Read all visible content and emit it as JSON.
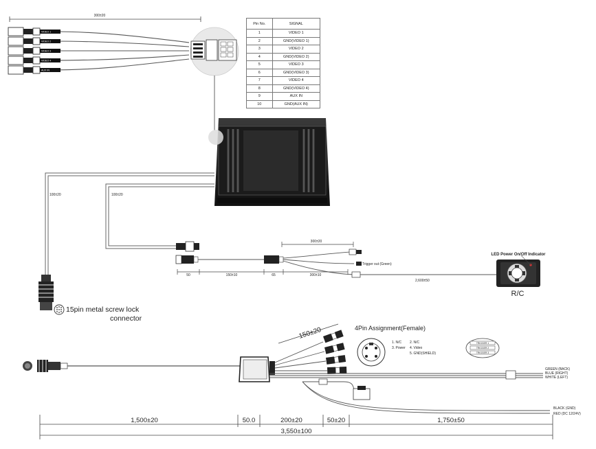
{
  "pin_table": {
    "header_pin": "Pin No.",
    "header_signal": "SIGNAL",
    "rows": [
      {
        "pin": "1",
        "signal": "VIDEO 1"
      },
      {
        "pin": "2",
        "signal": "GND(VIDEO 1)"
      },
      {
        "pin": "3",
        "signal": "VIDEO 2"
      },
      {
        "pin": "4",
        "signal": "GND(VIDEO 2)"
      },
      {
        "pin": "5",
        "signal": "VIDEO 3"
      },
      {
        "pin": "6",
        "signal": "GND(VIDEO 3)"
      },
      {
        "pin": "7",
        "signal": "VIDEO 4"
      },
      {
        "pin": "8",
        "signal": "GND(VIDEO 4)"
      },
      {
        "pin": "9",
        "signal": "AUX IN"
      },
      {
        "pin": "10",
        "signal": "GND(AUX IN)"
      }
    ]
  },
  "harness_top": {
    "length_label": "300±20",
    "connector_tags": [
      "VIDEO 1",
      "VIDEO 2",
      "VIDEO 3",
      "VIDEO 4",
      "AUX IN"
    ]
  },
  "left_cable_length": "100±20",
  "middle_cable_length": "100±20",
  "connector_15pin": {
    "line1": "15pin metal screw lock",
    "line2": "connector"
  },
  "mid_harness": {
    "rca_length": "300±20",
    "trigger_label": "Trigger out (Green)",
    "dims": [
      "50",
      "150±10",
      "65",
      "300±10"
    ],
    "rc_cable_length": "2,600±50"
  },
  "rc": {
    "indicator_label": "LED Power On/Off Indicator",
    "label": "R/C"
  },
  "bottom": {
    "branch_length": "150±20",
    "pin_assign_title": "4Pin Assignment(Female)",
    "pin_assign": [
      "1. N/C",
      "2. N/C",
      "3. Power",
      "4. Video",
      "5. GND(SHIELD)"
    ],
    "trigger_tags": [
      "TRIGGER 1",
      "TRIGGER 2",
      "TRIGGER 3"
    ],
    "wire_labels": [
      "GREEN (BACK)",
      "BLUE (RIGHT)",
      "WHITE (LEFT)"
    ],
    "power_labels": [
      "BLACK (GND)",
      "RED (DC 12/24V)"
    ],
    "dims": [
      "1,500±20",
      "50.0",
      "200±20",
      "50±20",
      "1,750±50"
    ],
    "total": "3,550±100"
  }
}
